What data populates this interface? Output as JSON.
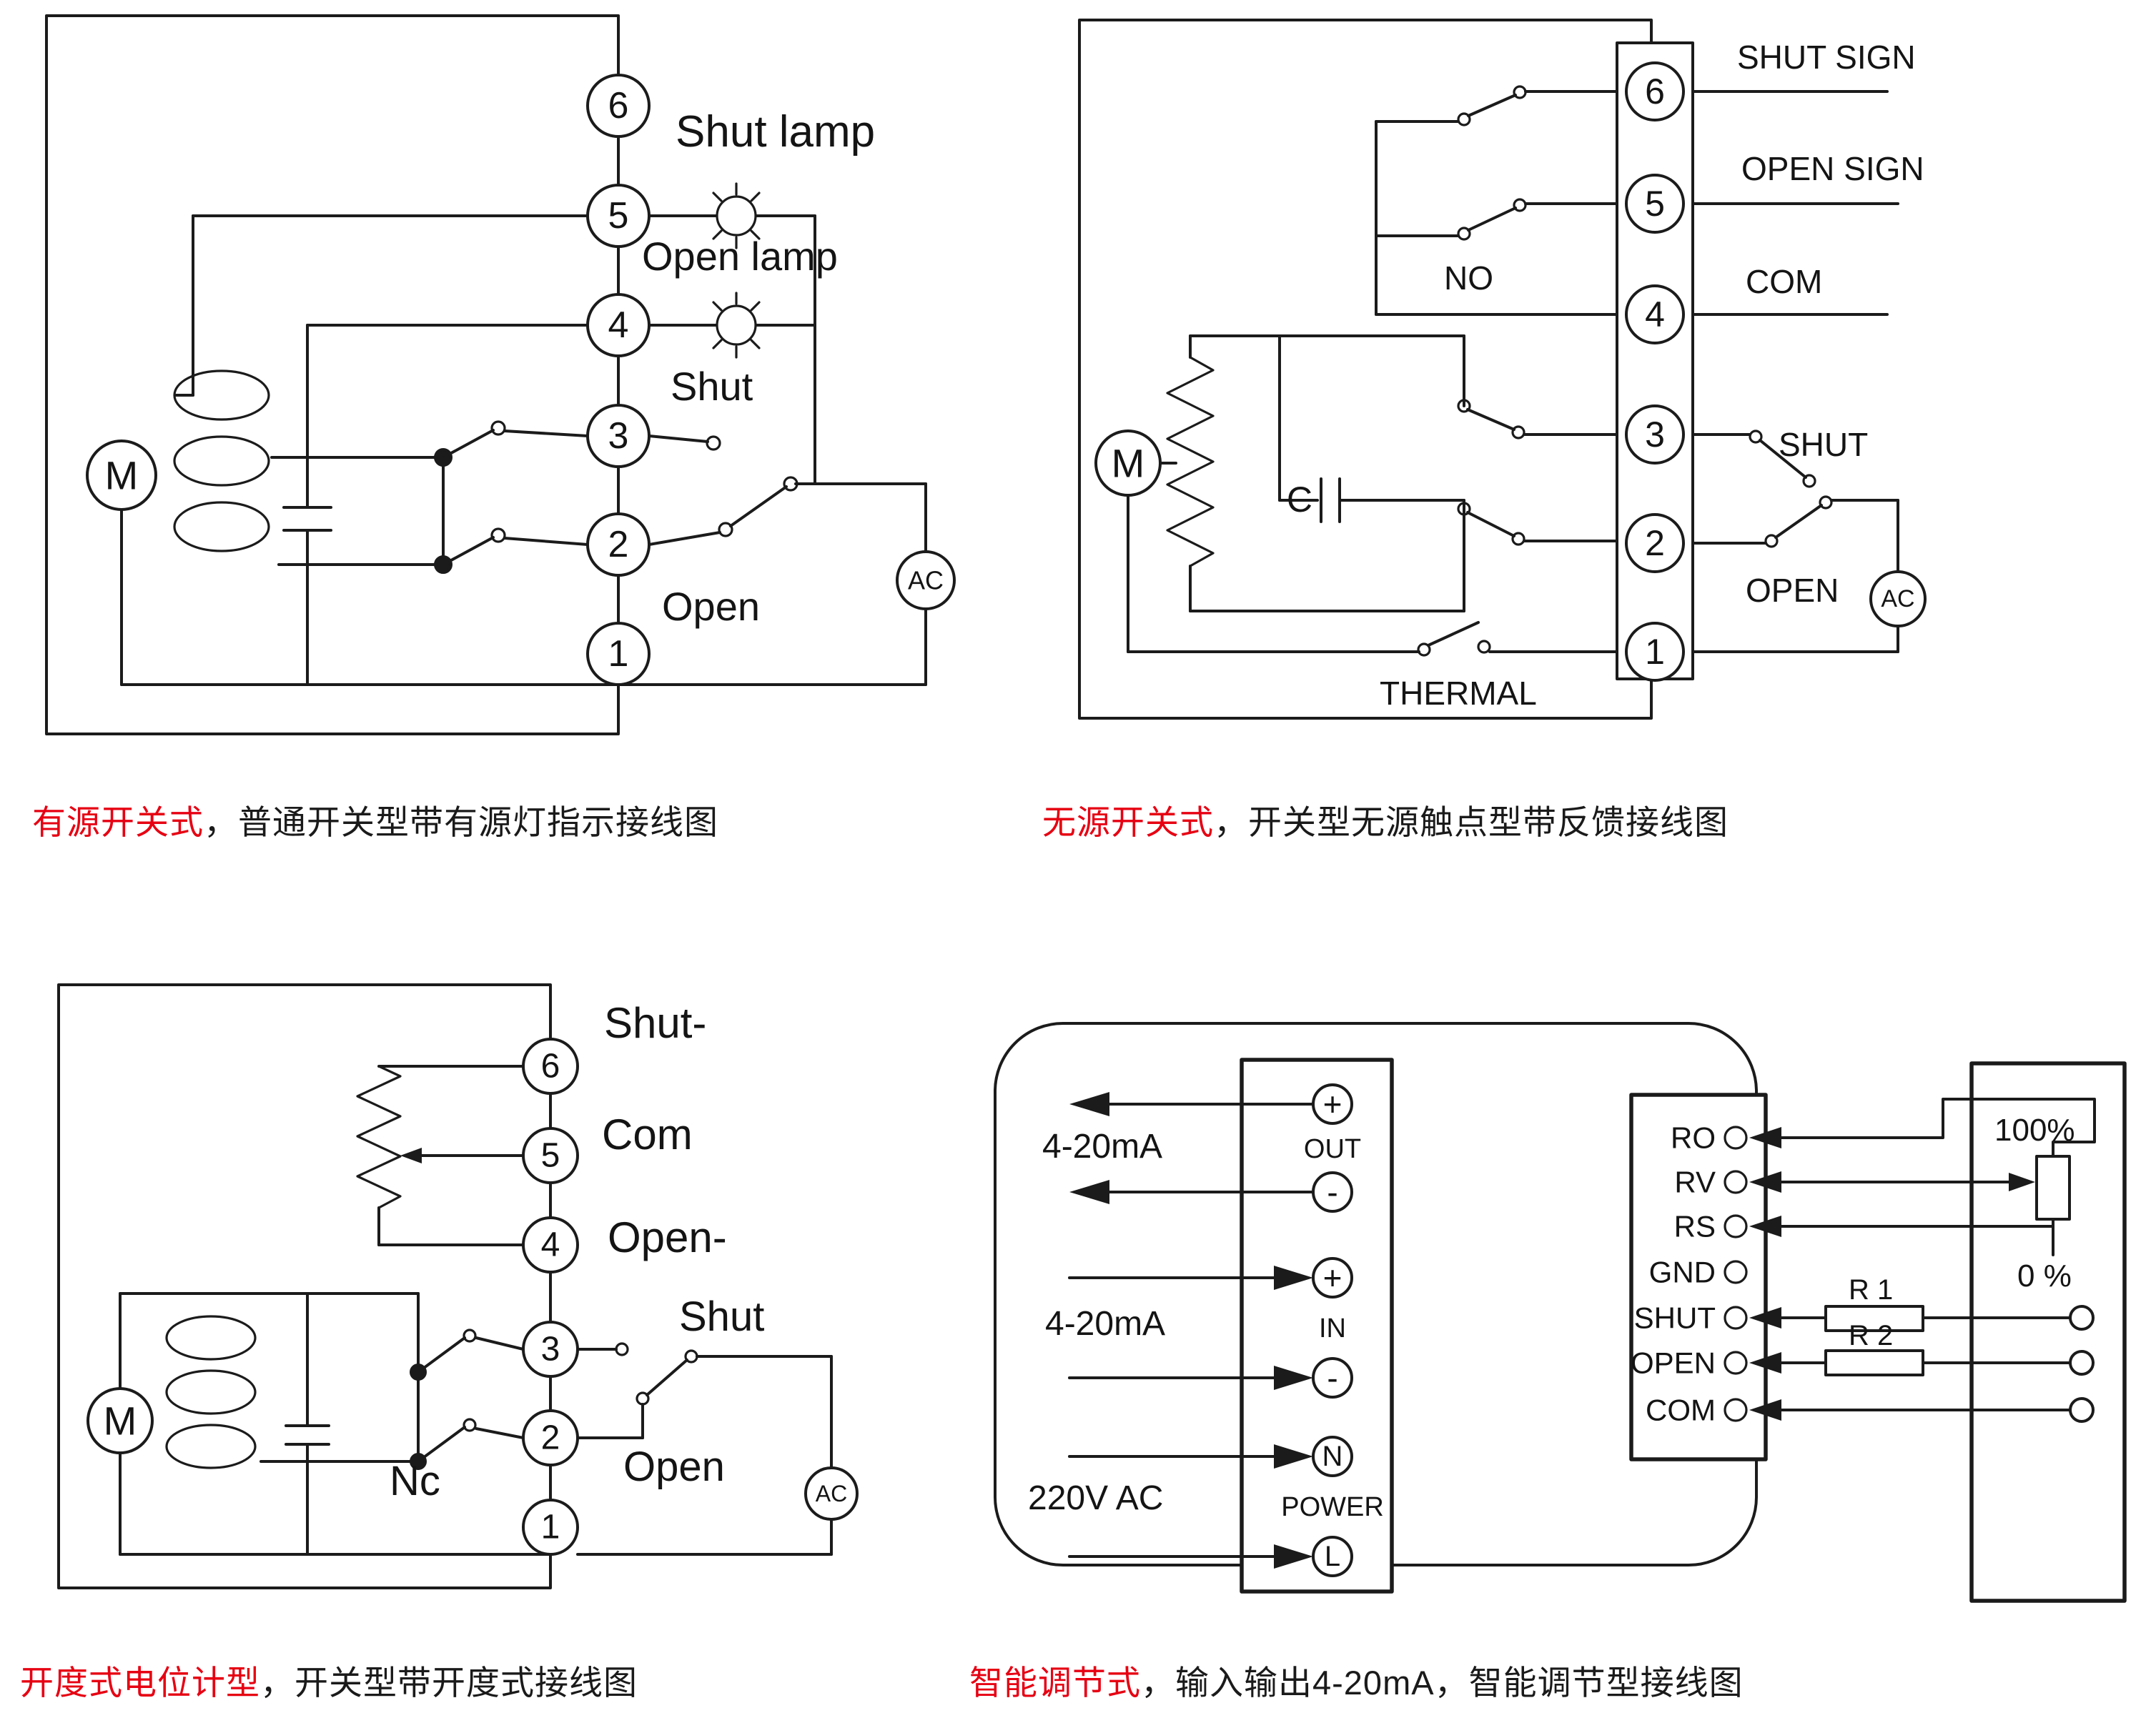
{
  "colors": {
    "accent_red": "#e60012",
    "line": "#1b1b1b"
  },
  "diagrams": {
    "d1": {
      "terminals": [
        "6",
        "5",
        "4",
        "3",
        "2",
        "1"
      ],
      "labels": {
        "shut_lamp": "Shut lamp",
        "open_lamp": "Open lamp",
        "shut": "Shut",
        "open": "Open",
        "motor": "M",
        "ac": "AC"
      },
      "caption": {
        "highlight": "有源开关式",
        "rest": "，普通开关型带有源灯指示接线图"
      }
    },
    "d2": {
      "terminals": [
        "6",
        "5",
        "4",
        "3",
        "2",
        "1"
      ],
      "labels": {
        "shut_sign": "SHUT SIGN",
        "open_sign": "OPEN SIGN",
        "com": "COM",
        "no": "NO",
        "shut": "SHUT",
        "open": "OPEN",
        "thermal": "THERMAL",
        "motor": "M",
        "capacitor": "C",
        "ac": "AC"
      },
      "caption": {
        "highlight": "无源开关式",
        "rest": "，开关型无源触点型带反馈接线图"
      }
    },
    "d3": {
      "terminals": [
        "6",
        "5",
        "4",
        "3",
        "2",
        "1"
      ],
      "labels": {
        "shut_minus": "Shut-",
        "com": "Com",
        "open_minus": "Open-",
        "shut": "Shut",
        "open": "Open",
        "nc": "Nc",
        "motor": "M",
        "ac": "AC"
      },
      "caption": {
        "highlight": "开度式电位计型",
        "rest": "，开关型带开度式接线图"
      }
    },
    "d4": {
      "left_block": {
        "port_glyphs": [
          "+",
          "-",
          "+",
          "-",
          "N",
          "L"
        ],
        "out": "OUT",
        "in": "IN",
        "power": "POWER"
      },
      "side_labels": {
        "out_ma": "4-20mA",
        "in_ma": "4-20mA",
        "power_ac": "220V AC"
      },
      "mid_rows": [
        "RO",
        "RV",
        "RS",
        "GND",
        "SHUT",
        "OPEN",
        "COM"
      ],
      "right_block": {
        "p100": "100%",
        "p0": "0 %",
        "r1": "R 1",
        "r2": "R 2"
      },
      "caption": {
        "highlight": "智能调节式",
        "rest": "，输入输出4-20mA，智能调节型接线图"
      }
    }
  }
}
